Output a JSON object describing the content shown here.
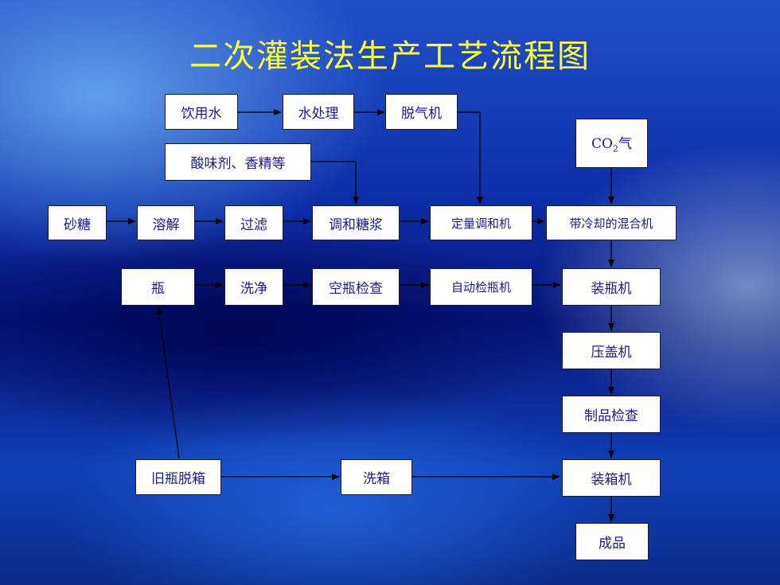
{
  "title": "二次灌装法生产工艺流程图",
  "colors": {
    "title": "#ffff33",
    "box_text": "#1a1aa0",
    "arrow": "#000000"
  },
  "boxes": {
    "drinking_water": "饮用水",
    "water_treatment": "水处理",
    "degasser": "脱气机",
    "co2_main": "CO",
    "co2_sub": "2",
    "co2_suffix": "气",
    "acid_flavor": "酸味剂、香精等",
    "sugar": "砂糖",
    "dissolve": "溶解",
    "filter": "过滤",
    "syrup_blend": "调和糖浆",
    "dosing_mixer": "定量调和机",
    "cooling_mixer": "带冷却的混合机",
    "bottle": "瓶",
    "washing": "洗净",
    "empty_bottle_inspection": "空瓶检查",
    "auto_inspector": "自动检瓶机",
    "filler": "装瓶机",
    "capper": "压盖机",
    "product_inspection": "制品检查",
    "old_bottle_unpacking": "旧瓶脱箱",
    "case_washing": "洗箱",
    "case_packer": "装箱机",
    "finished_product": "成品"
  }
}
